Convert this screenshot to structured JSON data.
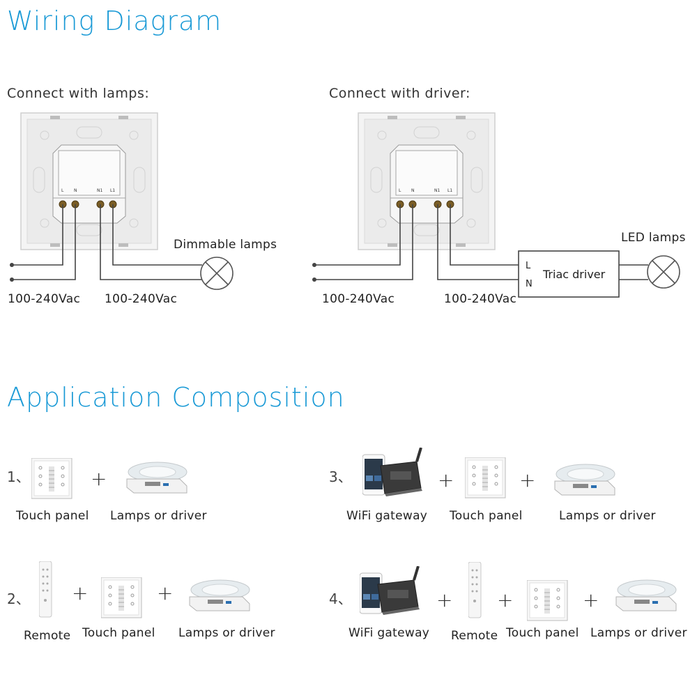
{
  "colors": {
    "accent": "#1a9ad6",
    "line": "#444444",
    "terminal": "#8a6a2a"
  },
  "wiring": {
    "title": "Wiring Diagram",
    "lamps_heading": "Connect with lamps:",
    "driver_heading": "Connect with driver:",
    "terminals": [
      "L",
      "N",
      "N1",
      "L1"
    ],
    "dimmable_lamps": "Dimmable lamps",
    "led_lamps": "LED lamps",
    "voltage": "100-240Vac",
    "driver": {
      "label": "Triac driver",
      "l": "L",
      "n": "N"
    }
  },
  "application": {
    "title": "Application Composition",
    "rows": [
      {
        "index": "1、",
        "items": [
          "Touch panel",
          "Lamps or driver"
        ]
      },
      {
        "index": "2、",
        "items": [
          "Remote",
          "Touch panel",
          "Lamps or driver"
        ]
      },
      {
        "index": "3、",
        "items": [
          "WiFi gateway",
          "Touch panel",
          "Lamps or driver"
        ]
      },
      {
        "index": "4、",
        "items": [
          "WiFi gateway",
          "Remote",
          "Touch panel",
          "Lamps or driver"
        ]
      }
    ],
    "plus": "+"
  }
}
